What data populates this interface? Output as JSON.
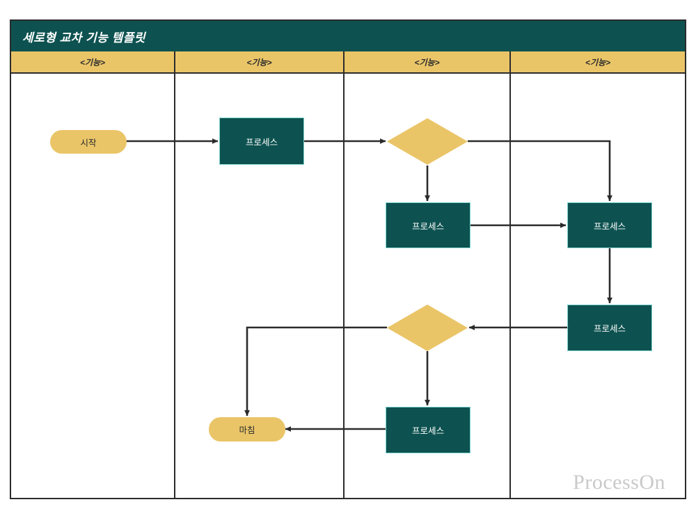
{
  "diagram": {
    "title": "세로형 교차 기능 템플릿",
    "watermark": "ProcessOn",
    "colors": {
      "title_bar": "#0d5250",
      "lane_header": "#eac568",
      "process_fill": "#0d5250",
      "terminator_fill": "#eac568",
      "decision_fill": "#eac568",
      "line": "#2b2b2b",
      "process_text": "#ffffff",
      "watermark_text": "#c9c9c9"
    },
    "lanes": [
      {
        "label": "<기능>"
      },
      {
        "label": "<기능>"
      },
      {
        "label": "<기능>"
      },
      {
        "label": "<기능>"
      }
    ],
    "nodes": [
      {
        "id": "start",
        "type": "terminator",
        "label": "시작",
        "lane": 0
      },
      {
        "id": "process1",
        "type": "process",
        "label": "프로세스",
        "lane": 1
      },
      {
        "id": "decision1",
        "type": "decision",
        "label": "",
        "lane": 2
      },
      {
        "id": "process2",
        "type": "process",
        "label": "프로세스",
        "lane": 2
      },
      {
        "id": "process3",
        "type": "process",
        "label": "프로세스",
        "lane": 3
      },
      {
        "id": "process4",
        "type": "process",
        "label": "프로세스",
        "lane": 3
      },
      {
        "id": "decision2",
        "type": "decision",
        "label": "",
        "lane": 2
      },
      {
        "id": "process5",
        "type": "process",
        "label": "프로세스",
        "lane": 2
      },
      {
        "id": "end",
        "type": "terminator",
        "label": "마침",
        "lane": 1
      }
    ],
    "edges": [
      {
        "from": "start",
        "to": "process1"
      },
      {
        "from": "process1",
        "to": "decision1"
      },
      {
        "from": "decision1",
        "to": "process2"
      },
      {
        "from": "decision1",
        "to": "process3"
      },
      {
        "from": "process2",
        "to": "process3"
      },
      {
        "from": "process3",
        "to": "process4"
      },
      {
        "from": "process4",
        "to": "decision2"
      },
      {
        "from": "decision2",
        "to": "process5"
      },
      {
        "from": "decision2",
        "to": "end"
      },
      {
        "from": "process5",
        "to": "end"
      }
    ]
  }
}
